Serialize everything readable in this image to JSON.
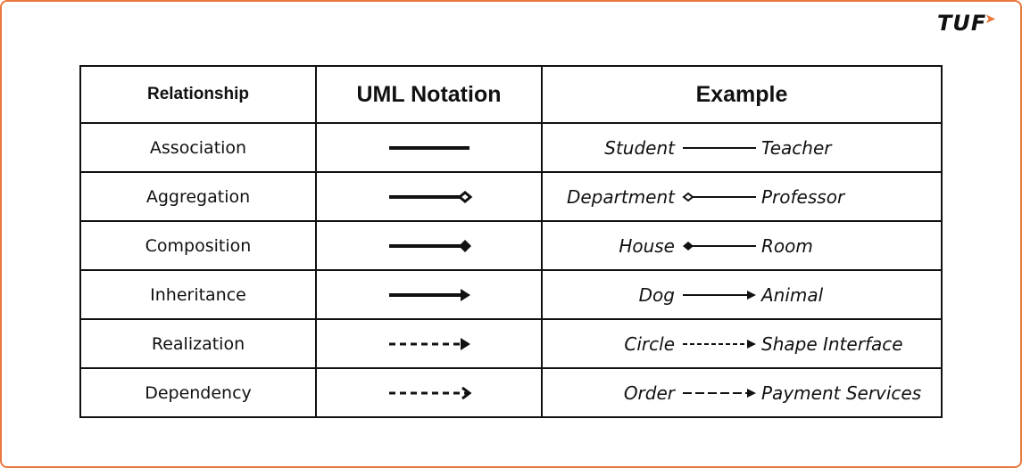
{
  "logo": {
    "text": "TUF",
    "accent_color": "#e8783c"
  },
  "table": {
    "headers": [
      "Relationship",
      "UML Notation",
      "Example"
    ],
    "rows": [
      {
        "relationship": "Association",
        "notation": "solid-line",
        "example_left": "Student",
        "example_right": "Teacher"
      },
      {
        "relationship": "Aggregation",
        "notation": "hollow-diamond",
        "example_left": "Department",
        "example_right": "Professor"
      },
      {
        "relationship": "Composition",
        "notation": "filled-diamond",
        "example_left": "House",
        "example_right": "Room"
      },
      {
        "relationship": "Inheritance",
        "notation": "solid-arrow",
        "example_left": "Dog",
        "example_right": "Animal"
      },
      {
        "relationship": "Realization",
        "notation": "dashed-filled-arrow",
        "example_left": "Circle",
        "example_right": "Shape Interface"
      },
      {
        "relationship": "Dependency",
        "notation": "dashed-open-arrow",
        "example_left": "Order",
        "example_right": "Payment Services"
      }
    ]
  }
}
